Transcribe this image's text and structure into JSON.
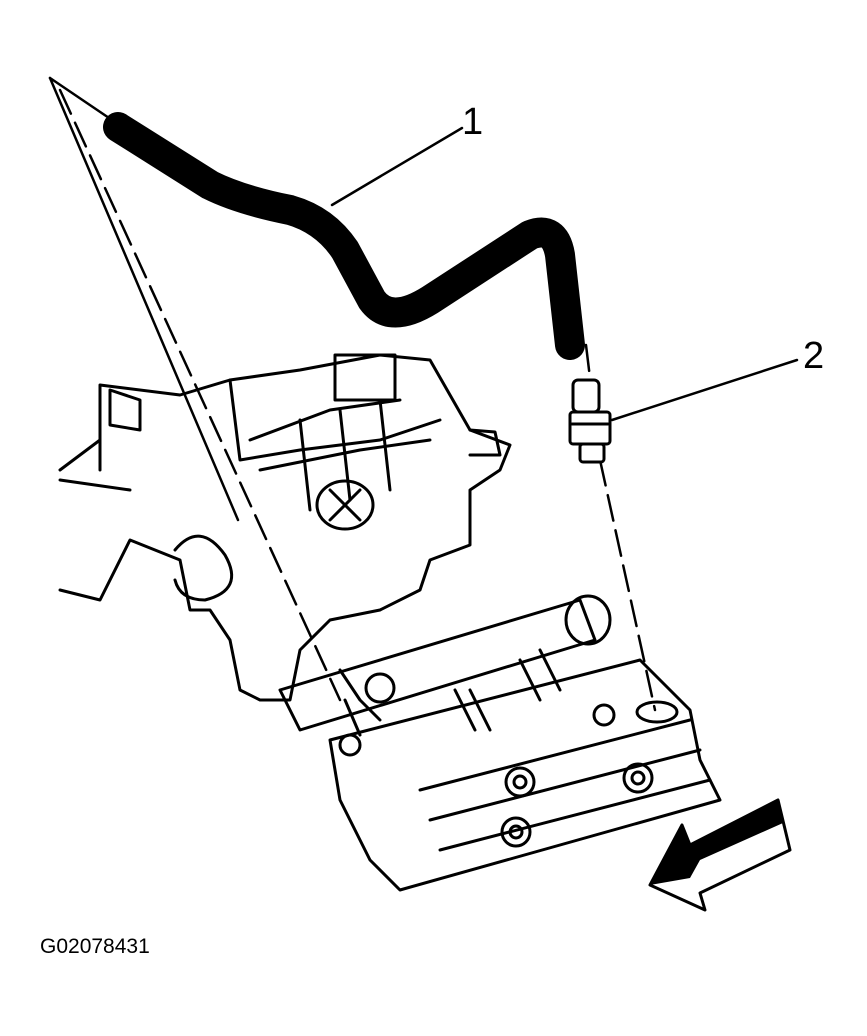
{
  "figure": {
    "callouts": [
      {
        "number": "1",
        "part": "pcv-hose"
      },
      {
        "number": "2",
        "part": "pcv-valve"
      }
    ],
    "figure_id": "G02078431",
    "colors": {
      "line": "#000000",
      "background": "#ffffff"
    }
  }
}
